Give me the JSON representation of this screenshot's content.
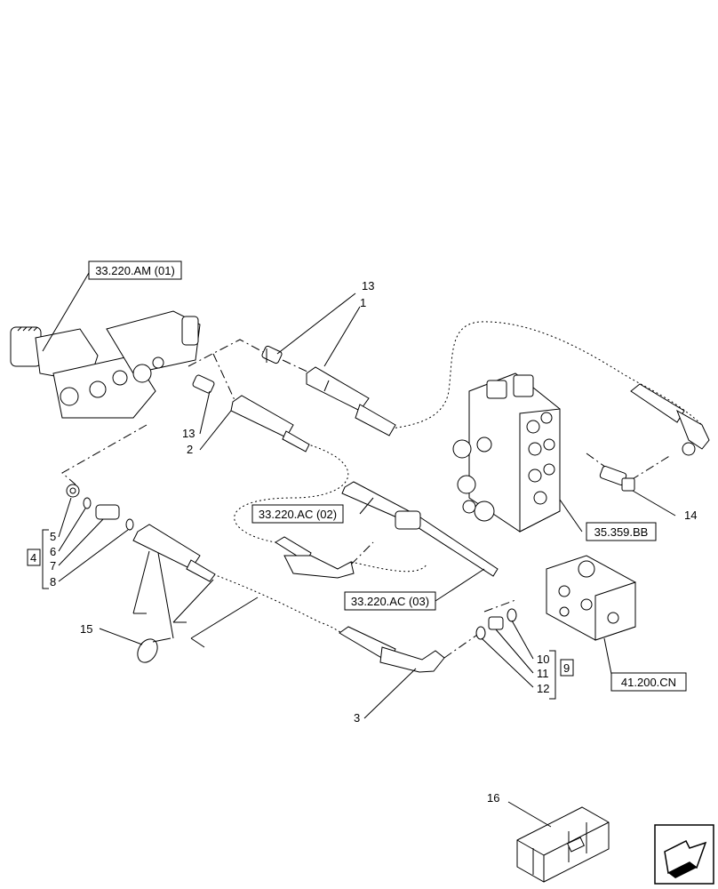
{
  "references": {
    "am01": "33.220.AM (01)",
    "ac02": "33.220.AC (02)",
    "ac03": "33.220.AC (03)",
    "bb": "35.359.BB",
    "cn": "41.200.CN"
  },
  "callouts": {
    "c1": "1",
    "c2": "2",
    "c3": "3",
    "c4": "4",
    "c5": "5",
    "c6": "6",
    "c7": "7",
    "c8": "8",
    "c9": "9",
    "c10": "10",
    "c11": "11",
    "c12": "12",
    "c13a": "13",
    "c13b": "13",
    "c14": "14",
    "c15": "15",
    "c16": "16"
  },
  "nav_icon": "arrow-next-icon"
}
